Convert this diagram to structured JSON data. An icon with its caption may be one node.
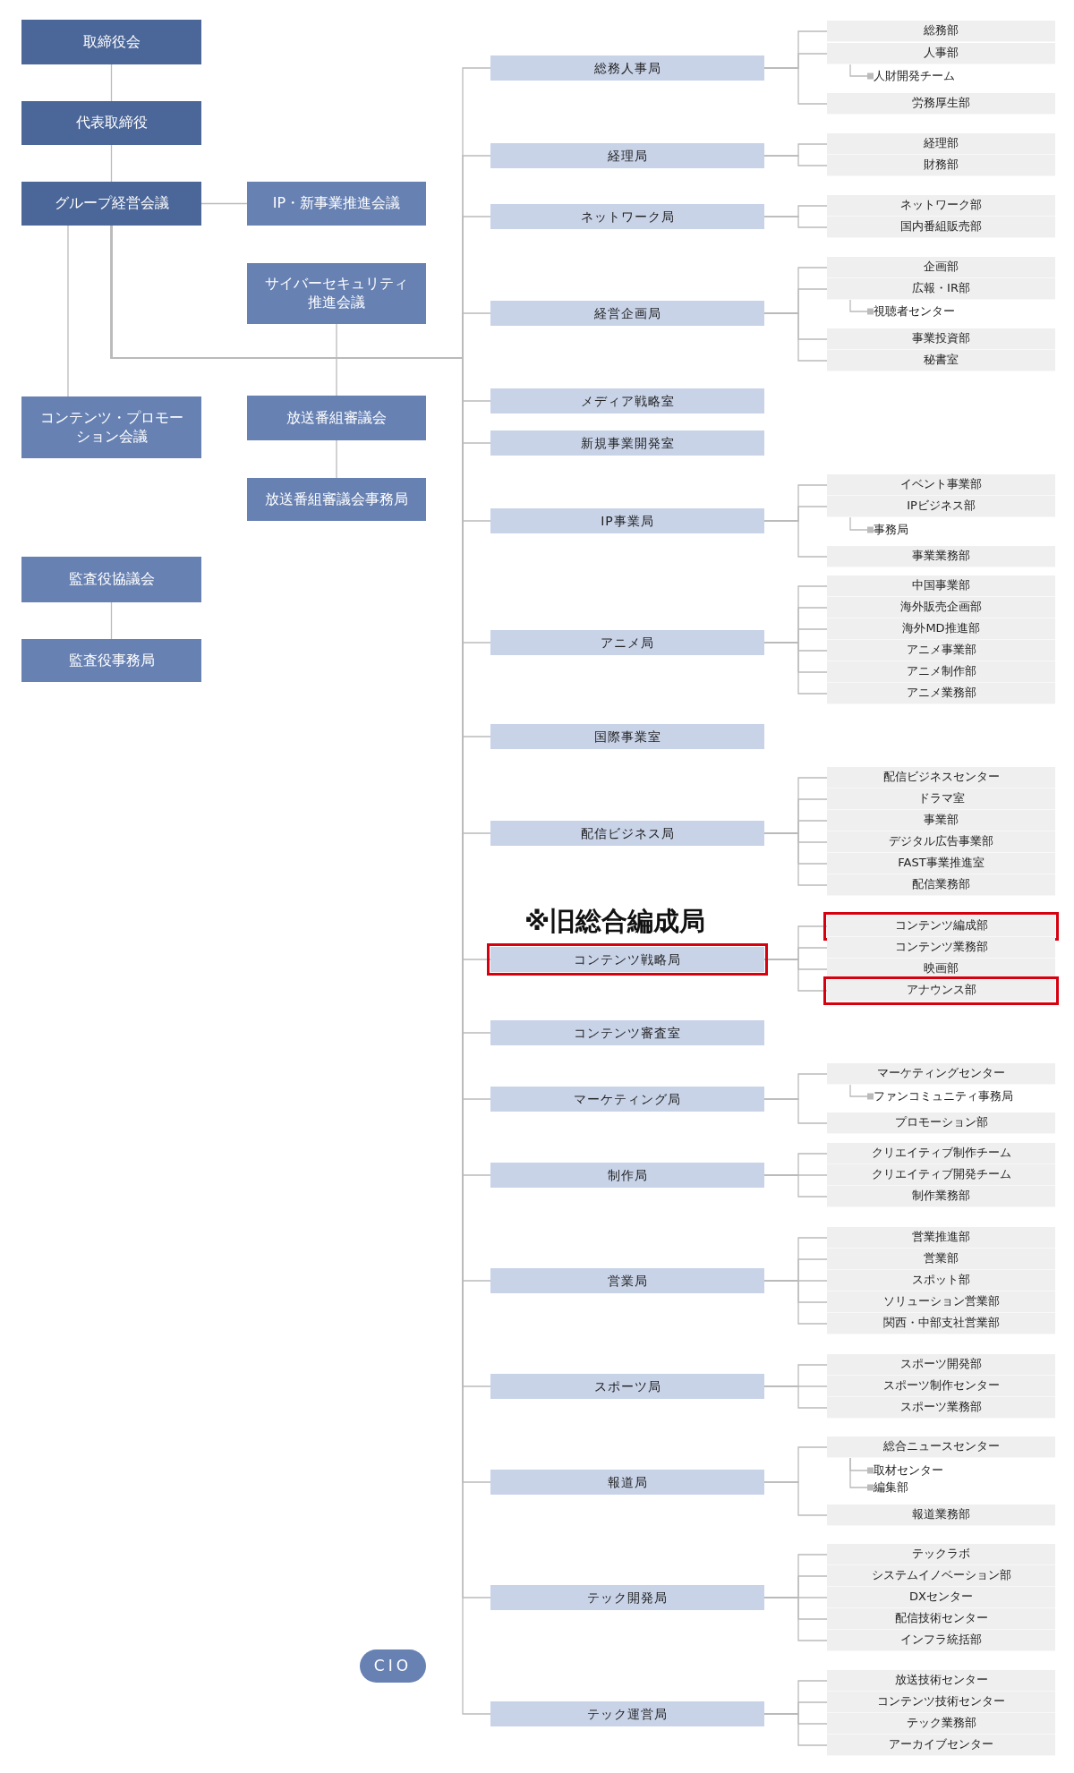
{
  "diagram": {
    "nodes": [
      {
        "text": [
          "取締役会"
        ]
      },
      {
        "text": [
          "代表取締役"
        ]
      },
      {
        "text": [
          "グループ経営会議"
        ]
      },
      {
        "text": [
          "IP・新事業推進会議"
        ]
      },
      {
        "text": [
          "サイバーセキュリティ推進会議"
        ]
      },
      {
        "text": [
          "コンテンツ・プロモーション会議"
        ]
      },
      {
        "text": [
          "放送番組審議会"
        ]
      },
      {
        "text": [
          "放送番組審議会事務局"
        ]
      },
      {
        "text": [
          "監査役協議会"
        ]
      },
      {
        "text": [
          "監査役事務局"
        ]
      },
      {
        "text": [
          "CIO"
        ]
      },
      {
        "text": [
          "総務人事局"
        ]
      },
      {
        "text": [
          "総務部"
        ]
      },
      {
        "text": [
          "人事部"
        ]
      },
      {
        "text": [
          "人財開発チーム"
        ]
      },
      {
        "text": [
          "労務厚生部"
        ]
      },
      {
        "text": [
          "経理局"
        ]
      },
      {
        "text": [
          "経理部"
        ]
      },
      {
        "text": [
          "財務部"
        ]
      },
      {
        "text": [
          "ネットワーク局"
        ]
      },
      {
        "text": [
          "ネットワーク部"
        ]
      },
      {
        "text": [
          "国内番組販売部"
        ]
      },
      {
        "text": [
          "経営企画局"
        ]
      },
      {
        "text": [
          "企画部"
        ]
      },
      {
        "text": [
          "広報・IR部"
        ]
      },
      {
        "text": [
          "視聴者センター"
        ]
      },
      {
        "text": [
          "事業投資部"
        ]
      },
      {
        "text": [
          "秘書室"
        ]
      },
      {
        "text": [
          "メディア戦略室"
        ]
      },
      {
        "text": [
          "新規事業開発室"
        ]
      },
      {
        "text": [
          "IP事業局"
        ]
      },
      {
        "text": [
          "イベント事業部"
        ]
      },
      {
        "text": [
          "IPビジネス部"
        ]
      },
      {
        "text": [
          "事務局"
        ]
      },
      {
        "text": [
          "事業業務部"
        ]
      },
      {
        "text": [
          "アニメ局"
        ]
      },
      {
        "text": [
          "中国事業部"
        ]
      },
      {
        "text": [
          "海外販売企画部"
        ]
      },
      {
        "text": [
          "海外MD推進部"
        ]
      },
      {
        "text": [
          "アニメ事業部"
        ]
      },
      {
        "text": [
          "アニメ制作部"
        ]
      },
      {
        "text": [
          "アニメ業務部"
        ]
      },
      {
        "text": [
          "国際事業室"
        ]
      },
      {
        "text": [
          "配信ビジネス局"
        ]
      },
      {
        "text": [
          "配信ビジネスセンター"
        ]
      },
      {
        "text": [
          "ドラマ室"
        ]
      },
      {
        "text": [
          "事業部"
        ]
      },
      {
        "text": [
          "デジタル広告事業部"
        ]
      },
      {
        "text": [
          "FAST事業推進室"
        ]
      },
      {
        "text": [
          "配信業務部"
        ]
      },
      {
        "text": [
          "コンテンツ戦略局"
        ],
        "beside": [
          "※旧総合編成局"
        ]
      },
      {
        "text": [
          "コンテンツ編成部"
        ]
      },
      {
        "text": [
          "コンテンツ業務部"
        ]
      },
      {
        "text": [
          "映画部"
        ]
      },
      {
        "text": [
          "アナウンス部"
        ]
      },
      {
        "text": [
          "コンテンツ審査室"
        ]
      },
      {
        "text": [
          "マーケティング局"
        ]
      },
      {
        "text": [
          "マーケティングセンター"
        ]
      },
      {
        "text": [
          "ファンコミュニティ事務局"
        ]
      },
      {
        "text": [
          "プロモーション部"
        ]
      },
      {
        "text": [
          "制作局"
        ]
      },
      {
        "text": [
          "クリエイティブ制作チーム"
        ]
      },
      {
        "text": [
          "クリエイティブ開発チーム"
        ]
      },
      {
        "text": [
          "制作業務部"
        ]
      },
      {
        "text": [
          "営業局"
        ]
      },
      {
        "text": [
          "営業推進部"
        ]
      },
      {
        "text": [
          "営業部"
        ]
      },
      {
        "text": [
          "スポット部"
        ]
      },
      {
        "text": [
          "ソリューション営業部"
        ]
      },
      {
        "text": [
          "関西・中部支社営業部"
        ]
      },
      {
        "text": [
          "スポーツ局"
        ]
      },
      {
        "text": [
          "スポーツ開発部"
        ]
      },
      {
        "text": [
          "スポーツ制作センター"
        ]
      },
      {
        "text": [
          "スポーツ業務部"
        ]
      },
      {
        "text": [
          "報道局"
        ]
      },
      {
        "text": [
          "総合ニュースセンター"
        ]
      },
      {
        "text": [
          "取材センター"
        ]
      },
      {
        "text": [
          "編集部"
        ]
      },
      {
        "text": [
          "報道業務部"
        ]
      },
      {
        "text": [
          "テック開発局"
        ]
      },
      {
        "text": [
          "テックラボ"
        ]
      },
      {
        "text": [
          "システムイノベーション部"
        ]
      },
      {
        "text": [
          "DXセンター"
        ]
      },
      {
        "text": [
          "配信技術センター"
        ]
      },
      {
        "text": [
          "インフラ統括部"
        ]
      },
      {
        "text": [
          "テック運営局"
        ]
      },
      {
        "text": [
          "放送技術センター"
        ]
      },
      {
        "text": [
          "コンテンツ技術センター"
        ]
      },
      {
        "text": [
          "テック業務部"
        ]
      },
      {
        "text": [
          "アーカイブセンター"
        ]
      }
    ],
    "edges": [
      {
        "from": 0,
        "to": 1,
        "arrow": "none"
      },
      {
        "from": 1,
        "to": 2,
        "arrow": "none"
      },
      {
        "from": 2,
        "to": 3,
        "arrow": "none"
      },
      {
        "from": 2,
        "to": 5,
        "arrow": "none"
      },
      {
        "from": 4,
        "to": 6,
        "arrow": "none"
      },
      {
        "from": 6,
        "to": 7,
        "arrow": "none"
      },
      {
        "from": 8,
        "to": 9,
        "arrow": "none"
      },
      {
        "from": 2,
        "to": 11,
        "arrow": "none"
      },
      {
        "from": 2,
        "to": 16,
        "arrow": "none"
      },
      {
        "from": 2,
        "to": 19,
        "arrow": "none"
      },
      {
        "from": 2,
        "to": 22,
        "arrow": "none"
      },
      {
        "from": 2,
        "to": 28,
        "arrow": "none"
      },
      {
        "from": 2,
        "to": 29,
        "arrow": "none"
      },
      {
        "from": 2,
        "to": 30,
        "arrow": "none"
      },
      {
        "from": 2,
        "to": 35,
        "arrow": "none"
      },
      {
        "from": 2,
        "to": 42,
        "arrow": "none"
      },
      {
        "from": 2,
        "to": 43,
        "arrow": "none"
      },
      {
        "from": 2,
        "to": 50,
        "arrow": "none"
      },
      {
        "from": 2,
        "to": 55,
        "arrow": "none"
      },
      {
        "from": 2,
        "to": 56,
        "arrow": "none"
      },
      {
        "from": 2,
        "to": 60,
        "arrow": "none"
      },
      {
        "from": 2,
        "to": 64,
        "arrow": "none"
      },
      {
        "from": 2,
        "to": 70,
        "arrow": "none"
      },
      {
        "from": 2,
        "to": 74,
        "arrow": "none"
      },
      {
        "from": 2,
        "to": 79,
        "arrow": "none"
      },
      {
        "from": 2,
        "to": 85,
        "arrow": "none"
      },
      {
        "from": 11,
        "to": 12,
        "arrow": "none"
      },
      {
        "from": 11,
        "to": 13,
        "arrow": "none"
      },
      {
        "from": 11,
        "to": 15,
        "arrow": "none"
      },
      {
        "from": 13,
        "to": 14,
        "arrow": "other"
      },
      {
        "from": 16,
        "to": 17,
        "arrow": "none"
      },
      {
        "from": 16,
        "to": 18,
        "arrow": "none"
      },
      {
        "from": 19,
        "to": 20,
        "arrow": "none"
      },
      {
        "from": 19,
        "to": 21,
        "arrow": "none"
      },
      {
        "from": 22,
        "to": 23,
        "arrow": "none"
      },
      {
        "from": 22,
        "to": 24,
        "arrow": "none"
      },
      {
        "from": 22,
        "to": 26,
        "arrow": "none"
      },
      {
        "from": 22,
        "to": 27,
        "arrow": "none"
      },
      {
        "from": 24,
        "to": 25,
        "arrow": "other"
      },
      {
        "from": 30,
        "to": 31,
        "arrow": "none"
      },
      {
        "from": 30,
        "to": 32,
        "arrow": "none"
      },
      {
        "from": 30,
        "to": 34,
        "arrow": "none"
      },
      {
        "from": 32,
        "to": 33,
        "arrow": "other"
      },
      {
        "from": 35,
        "to": 36,
        "arrow": "none"
      },
      {
        "from": 35,
        "to": 37,
        "arrow": "none"
      },
      {
        "from": 35,
        "to": 38,
        "arrow": "none"
      },
      {
        "from": 35,
        "to": 39,
        "arrow": "none"
      },
      {
        "from": 35,
        "to": 40,
        "arrow": "none"
      },
      {
        "from": 35,
        "to": 41,
        "arrow": "none"
      },
      {
        "from": 43,
        "to": 44,
        "arrow": "none"
      },
      {
        "from": 43,
        "to": 45,
        "arrow": "none"
      },
      {
        "from": 43,
        "to": 46,
        "arrow": "none"
      },
      {
        "from": 43,
        "to": 47,
        "arrow": "none"
      },
      {
        "from": 43,
        "to": 48,
        "arrow": "none"
      },
      {
        "from": 43,
        "to": 49,
        "arrow": "none"
      },
      {
        "from": 50,
        "to": 51,
        "arrow": "none"
      },
      {
        "from": 50,
        "to": 52,
        "arrow": "none"
      },
      {
        "from": 50,
        "to": 53,
        "arrow": "none"
      },
      {
        "from": 50,
        "to": 54,
        "arrow": "none"
      },
      {
        "from": 56,
        "to": 57,
        "arrow": "none"
      },
      {
        "from": 56,
        "to": 59,
        "arrow": "none"
      },
      {
        "from": 57,
        "to": 58,
        "arrow": "other"
      },
      {
        "from": 60,
        "to": 61,
        "arrow": "none"
      },
      {
        "from": 60,
        "to": 62,
        "arrow": "none"
      },
      {
        "from": 60,
        "to": 63,
        "arrow": "none"
      },
      {
        "from": 64,
        "to": 65,
        "arrow": "none"
      },
      {
        "from": 64,
        "to": 66,
        "arrow": "none"
      },
      {
        "from": 64,
        "to": 67,
        "arrow": "none"
      },
      {
        "from": 64,
        "to": 68,
        "arrow": "none"
      },
      {
        "from": 64,
        "to": 69,
        "arrow": "none"
      },
      {
        "from": 70,
        "to": 71,
        "arrow": "none"
      },
      {
        "from": 70,
        "to": 72,
        "arrow": "none"
      },
      {
        "from": 70,
        "to": 73,
        "arrow": "none"
      },
      {
        "from": 74,
        "to": 75,
        "arrow": "none"
      },
      {
        "from": 74,
        "to": 78,
        "arrow": "none"
      },
      {
        "from": 75,
        "to": 76,
        "arrow": "other"
      },
      {
        "from": 75,
        "to": 77,
        "arrow": "other"
      },
      {
        "from": 79,
        "to": 80,
        "arrow": "none"
      },
      {
        "from": 79,
        "to": 81,
        "arrow": "none"
      },
      {
        "from": 79,
        "to": 82,
        "arrow": "none"
      },
      {
        "from": 79,
        "to": 83,
        "arrow": "none"
      },
      {
        "from": 79,
        "to": 84,
        "arrow": "none"
      },
      {
        "from": 85,
        "to": 86,
        "arrow": "none"
      },
      {
        "from": 85,
        "to": 87,
        "arrow": "none"
      },
      {
        "from": 85,
        "to": 88,
        "arrow": "none"
      },
      {
        "from": 85,
        "to": 89,
        "arrow": "none"
      }
    ]
  }
}
